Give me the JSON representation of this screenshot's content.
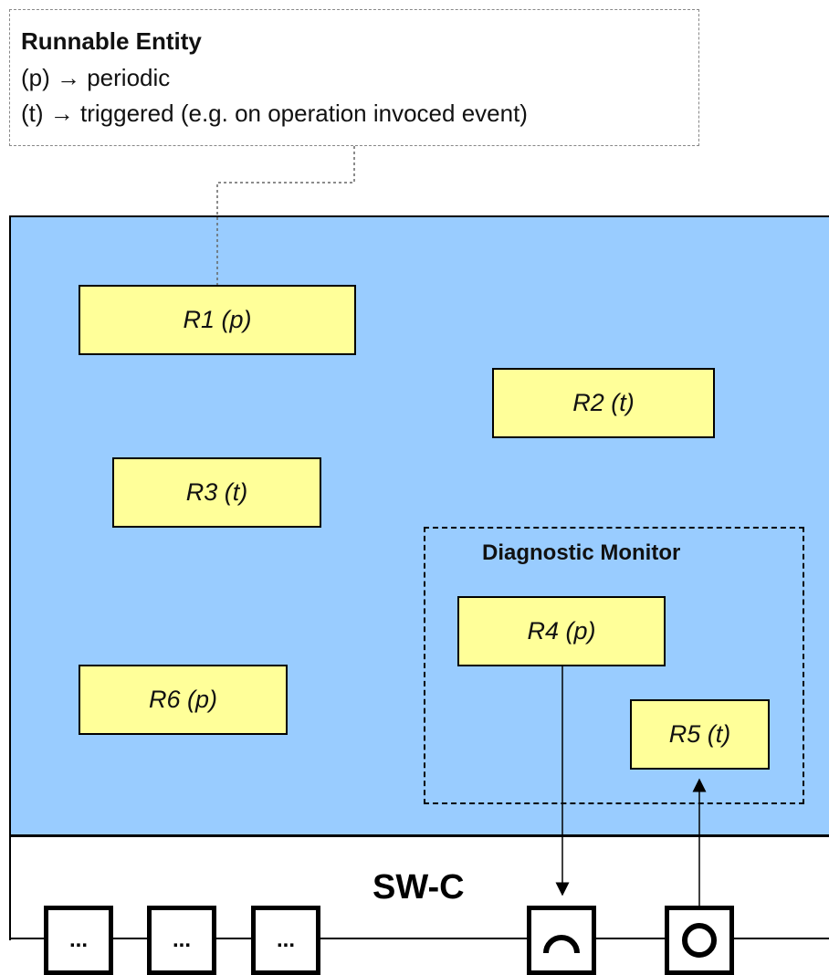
{
  "legend": {
    "title": "Runnable Entity",
    "line1": "(p) → periodic",
    "line2": "(t) → triggered (e.g. on operation invoced event)"
  },
  "component": {
    "label": "SW-C"
  },
  "monitor": {
    "label": "Diagnostic Monitor"
  },
  "runnables": {
    "r1": "R1 (p)",
    "r2": "R2 (t)",
    "r3": "R3 (t)",
    "r4": "R4 (p)",
    "r5": "R5 (t)",
    "r6": "R6 (p)"
  },
  "ports": {
    "p1": "...",
    "p2": "...",
    "p3": "...",
    "required_icon": "required-port-icon",
    "provided_icon": "provided-port-icon"
  }
}
